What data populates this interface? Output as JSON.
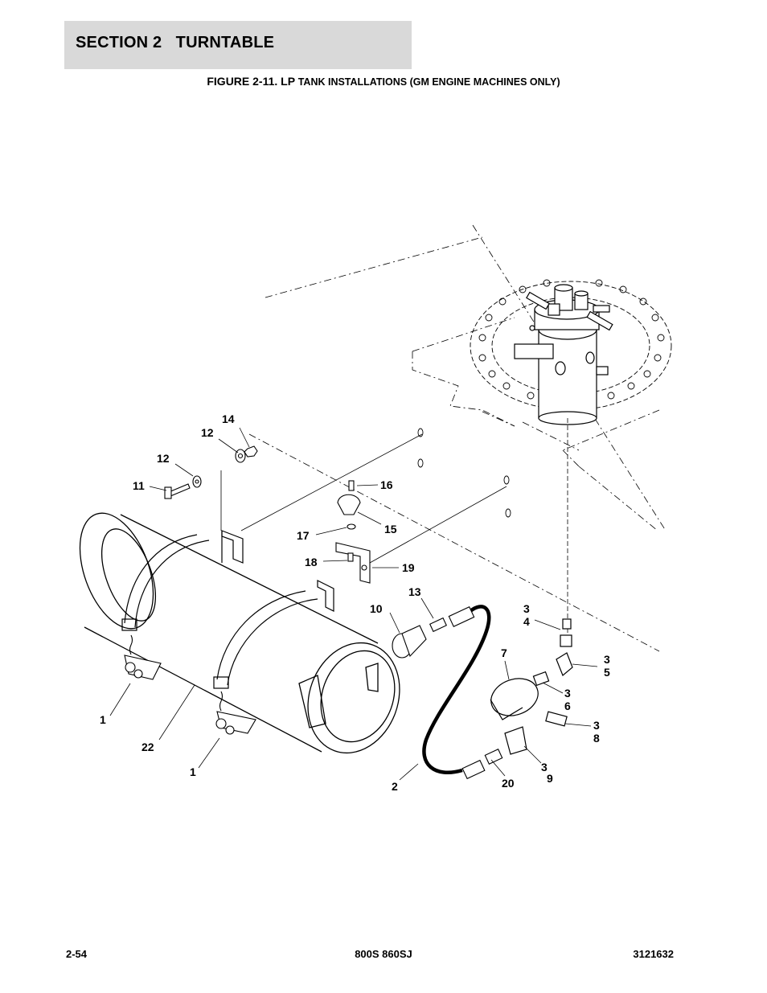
{
  "header": {
    "section_label": "SECTION 2   TURNTABLE",
    "figure_prefix": "FIGURE 2-11. LP ",
    "figure_rest": "TANK INSTALLATIONS (GM ENGINE MACHINES ONLY)"
  },
  "callouts": {
    "c14": "14",
    "c12a": "12",
    "c12b": "12",
    "c11": "11",
    "c16": "16",
    "c15": "15",
    "c17": "17",
    "c18": "18",
    "c19": "19",
    "c10": "10",
    "c13": "13",
    "c3a": "3",
    "c4": "4",
    "c3b": "3",
    "c5": "5",
    "c7": "7",
    "c3c": "3",
    "c6": "6",
    "c3d": "3",
    "c8": "8",
    "c3e": "3",
    "c9": "9",
    "c20": "20",
    "c2": "2",
    "c1a": "1",
    "c22": "22",
    "c1b": "1"
  },
  "footer": {
    "page_number": "2-54",
    "models": "800S 860SJ",
    "doc_number": "3121632"
  }
}
